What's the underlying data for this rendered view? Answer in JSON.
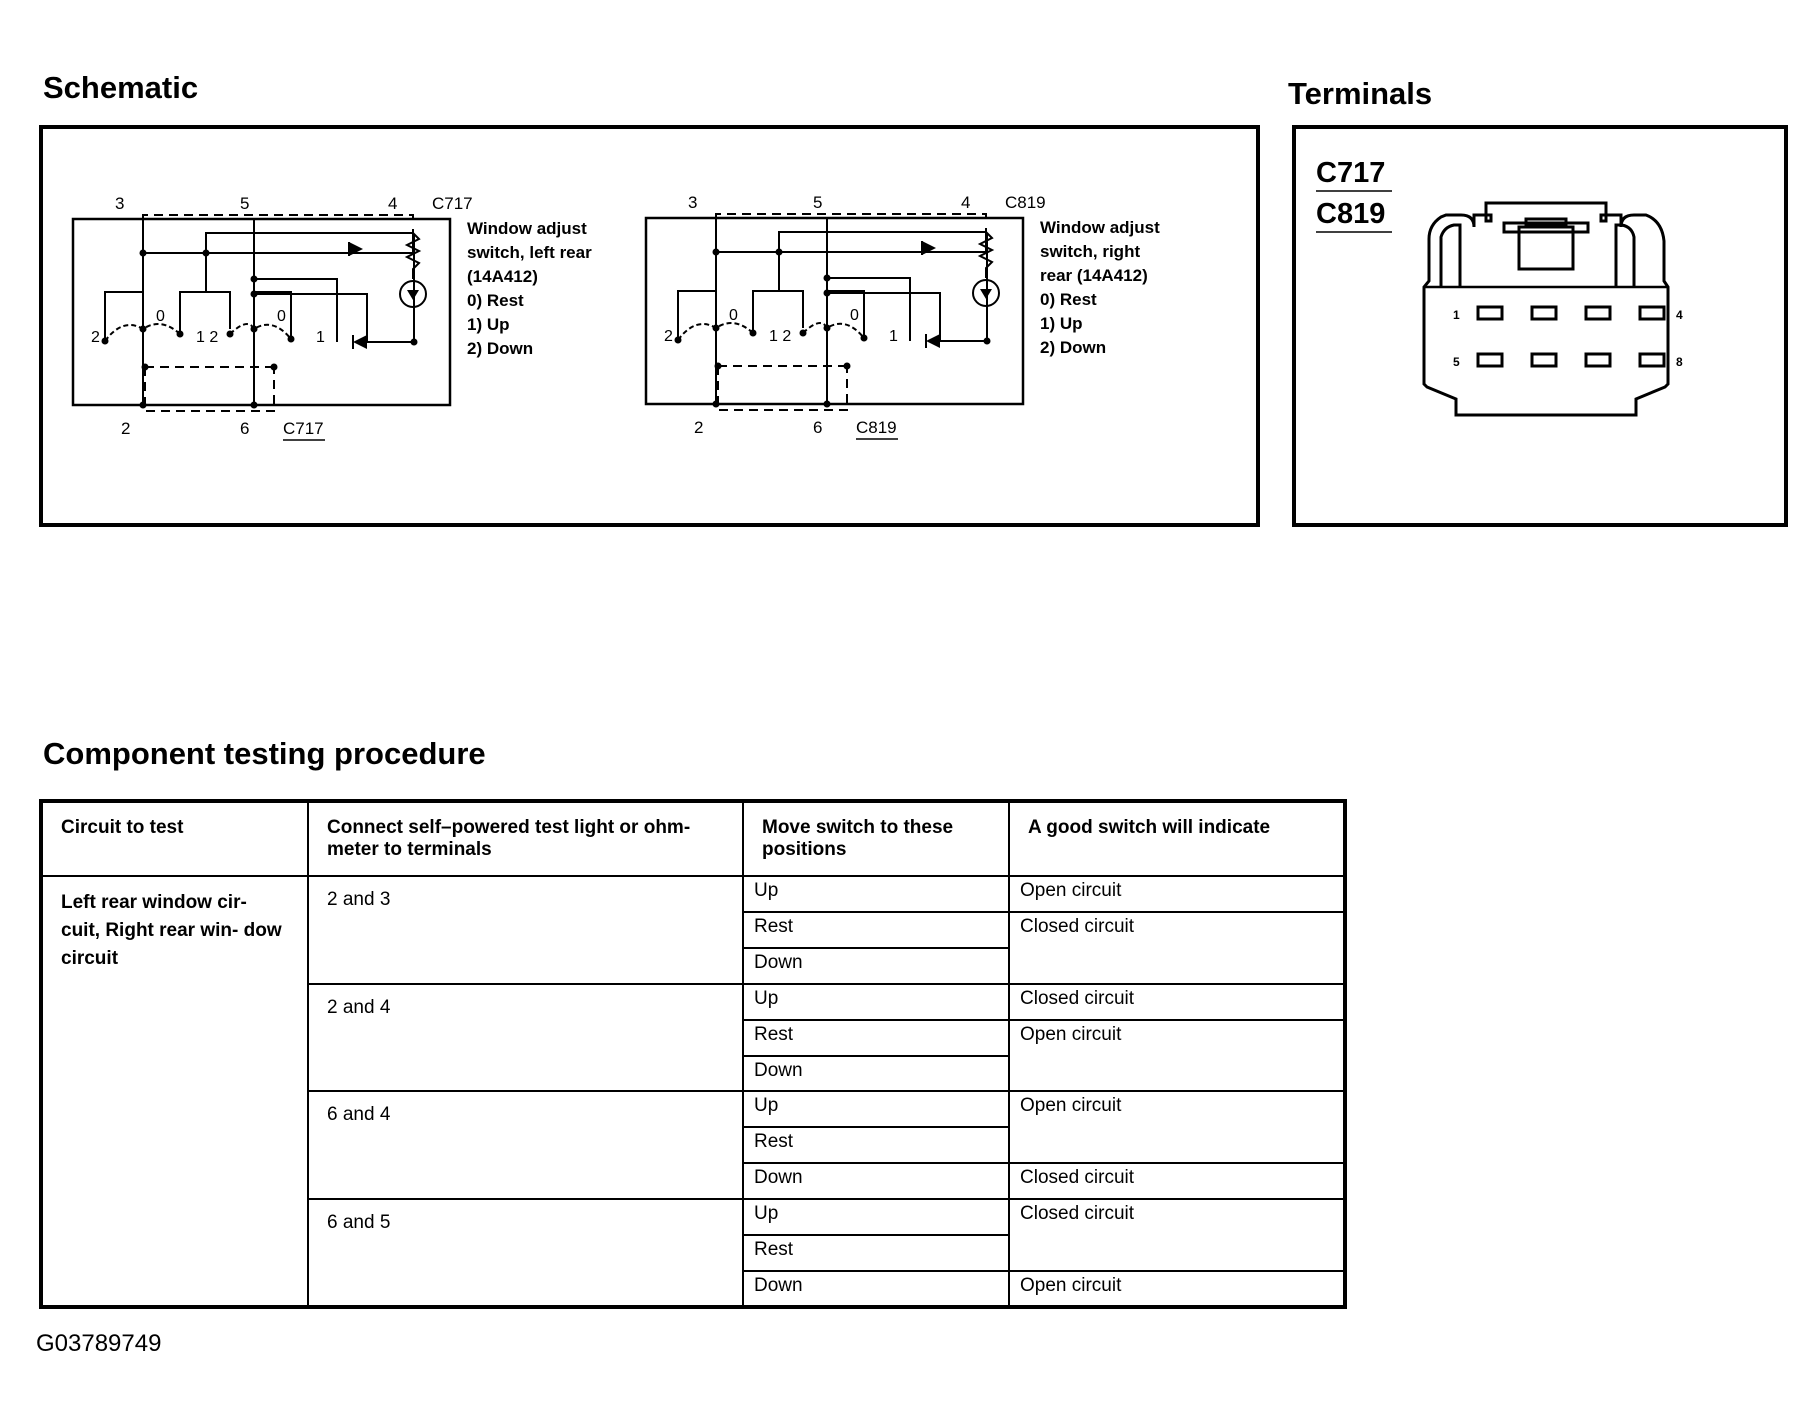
{
  "headings": {
    "schematic": "Schematic",
    "terminals": "Terminals",
    "procedure": "Component testing procedure"
  },
  "schematic": {
    "left": {
      "top_terminals": [
        "3",
        "5",
        "4"
      ],
      "connector": "C717",
      "bottom_terminals": [
        "2",
        "6"
      ],
      "bottom_connector": "C717",
      "switch_positions": [
        "2",
        "0",
        "1 2",
        "0",
        "1"
      ],
      "description": [
        "Window adjust",
        "switch, left rear",
        "(14A412)",
        "0)   Rest",
        "1)   Up",
        "2)   Down"
      ]
    },
    "right": {
      "top_terminals": [
        "3",
        "5",
        "4"
      ],
      "connector": "C819",
      "bottom_terminals": [
        "2",
        "6"
      ],
      "bottom_connector": "C819",
      "switch_positions": [
        "2",
        "0",
        "1 2",
        "0",
        "1"
      ],
      "description": [
        "Window adjust",
        "switch, right",
        "rear (14A412)",
        "0)   Rest",
        "1)   Up",
        "2)   Down"
      ]
    }
  },
  "terminals": {
    "connectors": [
      "C717",
      "C819"
    ],
    "pin_labels": [
      "1",
      "4",
      "5",
      "8"
    ]
  },
  "procedure": {
    "headers": [
      "Circuit to test",
      "Connect self–powered test light or ohm- meter to terminals",
      "Move switch to these positions",
      "A good switch will indicate"
    ],
    "circuit": "Left rear window cir- cuit, Right rear win- dow circuit",
    "groups": [
      {
        "terminals": "2 and 3",
        "positions": [
          "Up",
          "Rest",
          "Down"
        ],
        "results": [
          {
            "text": "Open circuit",
            "span": 1
          },
          {
            "text": "Closed circuit",
            "span": 2
          }
        ]
      },
      {
        "terminals": "2 and 4",
        "positions": [
          "Up",
          "Rest",
          "Down"
        ],
        "results": [
          {
            "text": "Closed circuit",
            "span": 1
          },
          {
            "text": "Open circuit",
            "span": 2
          }
        ]
      },
      {
        "terminals": "6 and 4",
        "positions": [
          "Up",
          "Rest",
          "Down"
        ],
        "results": [
          {
            "text": "Open circuit",
            "span": 2
          },
          {
            "text": "Closed circuit",
            "span": 1
          }
        ]
      },
      {
        "terminals": "6 and 5",
        "positions": [
          "Up",
          "Rest",
          "Down"
        ],
        "results": [
          {
            "text": "Closed circuit",
            "span": 2
          },
          {
            "text": "Open circuit",
            "span": 1
          }
        ]
      }
    ]
  },
  "figure_id": "G03789749"
}
